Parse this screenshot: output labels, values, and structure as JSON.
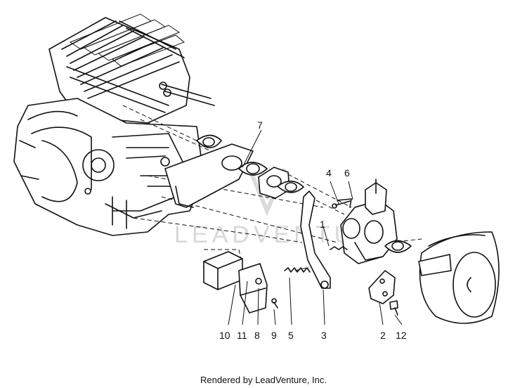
{
  "diagram": {
    "watermark": "LEADVENTURE",
    "callouts": [
      "1",
      "2",
      "3",
      "4",
      "5",
      "6",
      "7",
      "8",
      "9",
      "10",
      "11",
      "12"
    ]
  },
  "footer": {
    "text": "Rendered by LeadVenture, Inc."
  },
  "colors": {
    "ink": "#111111",
    "watermark": "#dcdcdc",
    "background": "#ffffff"
  }
}
